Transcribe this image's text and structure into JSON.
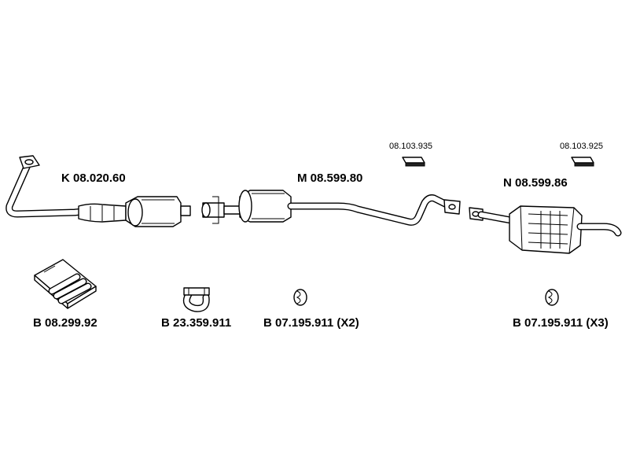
{
  "parts": {
    "front_pipe_catalyst": {
      "code": "K 08.020.60"
    },
    "middle_silencer": {
      "code": "M 08.599.80"
    },
    "rear_silencer": {
      "code": "N 08.599.86"
    },
    "rubber_mount_1": {
      "code": "08.103.935"
    },
    "rubber_mount_2": {
      "code": "08.103.925"
    },
    "mounting_kit": {
      "code": "B 08.299.92"
    },
    "clamp": {
      "code": "B 23.359.911"
    },
    "gasket_ring_middle": {
      "code": "B 07.195.911 (X2)"
    },
    "gasket_ring_rear": {
      "code": "B 07.195.911 (X3)"
    }
  },
  "colors": {
    "line": "#000000",
    "background": "#ffffff",
    "shade": "#222222"
  }
}
